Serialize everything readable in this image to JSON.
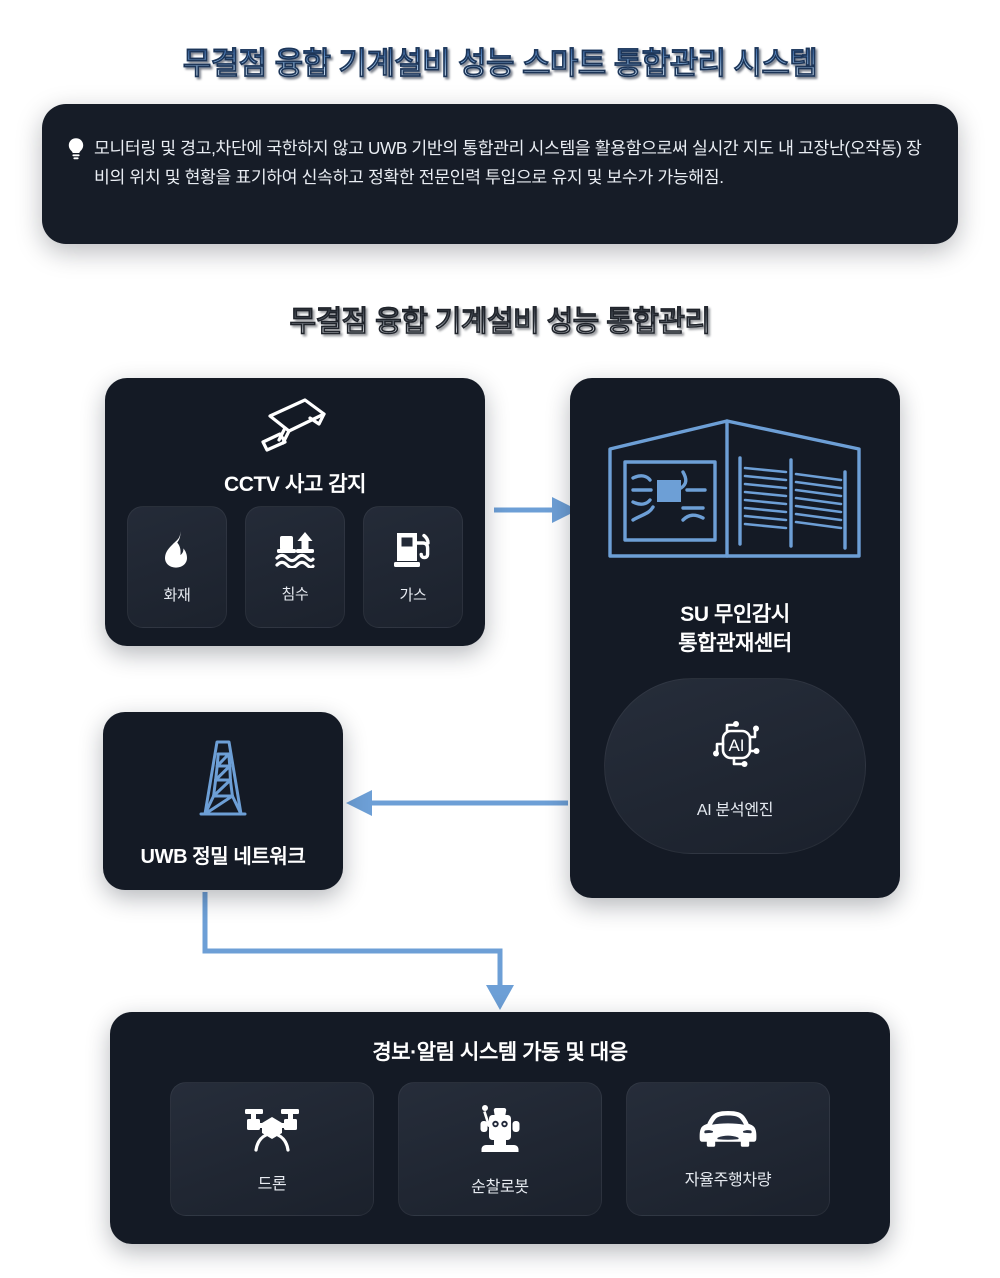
{
  "main_title": "무결점 융합 기계설비 성능 스마트 통합관리 시스템",
  "description": {
    "icon": "lightbulb-icon",
    "text": "모니터링 및 경고,차단에 국한하지 않고 UWB 기반의 통합관리 시스템을 활용함으로써 실시간 지도 내 고장난(오작동) 장비의 위치 및 현황을 표기하여 신속하고 정확한 전문인력 투입으로 유지 및 보수가 가능해짐."
  },
  "section_title": "무결점 융합 기계설비 성능 통합관리",
  "diagram": {
    "cctv": {
      "icon": "cctv-camera-icon",
      "title": "CCTV 사고 감지",
      "tiles": [
        {
          "icon": "fire-icon",
          "label": "화재"
        },
        {
          "icon": "flood-icon",
          "label": "침수"
        },
        {
          "icon": "gas-pump-icon",
          "label": "가스"
        }
      ]
    },
    "center": {
      "icon": "facility-building-icon",
      "title_line1": "SU 무인감시",
      "title_line2": "통합관재센터",
      "ai": {
        "icon": "ai-chip-icon",
        "label": "AI 분석엔진"
      }
    },
    "uwb": {
      "icon": "antenna-tower-icon",
      "title": "UWB 정밀 네트워크"
    },
    "response": {
      "title": "경보·알림 시스템 가동 및 대응",
      "tiles": [
        {
          "icon": "drone-icon",
          "label": "드론"
        },
        {
          "icon": "patrol-robot-icon",
          "label": "순찰로봇"
        },
        {
          "icon": "autonomous-car-icon",
          "label": "자율주행차량"
        }
      ]
    }
  },
  "colors": {
    "card_bg": "#141a25",
    "tile_bg": "#232a37",
    "accent_blue": "#6d9fd6",
    "connector_blue": "#6d9fd6",
    "text_primary": "#ffffff",
    "page_bg": "#ffffff"
  }
}
